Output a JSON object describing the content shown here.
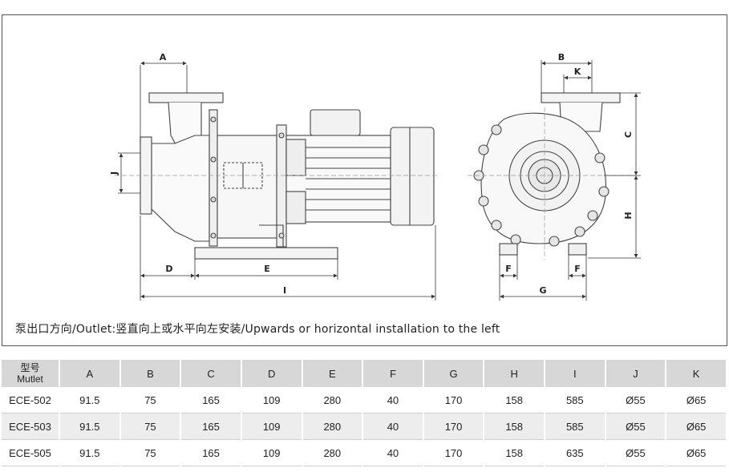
{
  "caption": "泵出口方向/Outlet:竖直向上或水平向左安装/Upwards or horizontal installation to the left",
  "dimension_labels": {
    "A": "A",
    "B": "B",
    "C": "C",
    "D": "D",
    "E": "E",
    "F": "F",
    "G": "G",
    "H": "H",
    "I": "I",
    "J": "J",
    "K": "K"
  },
  "table": {
    "model_header_line1": "型号",
    "model_header_line2": "Mutlet",
    "columns": [
      "A",
      "B",
      "C",
      "D",
      "E",
      "F",
      "G",
      "H",
      "I",
      "J",
      "K"
    ],
    "rows": [
      {
        "model": "ECE-502",
        "values": [
          "91.5",
          "75",
          "165",
          "109",
          "280",
          "40",
          "170",
          "158",
          "585",
          "Ø55",
          "Ø65"
        ]
      },
      {
        "model": "ECE-503",
        "values": [
          "91.5",
          "75",
          "165",
          "109",
          "280",
          "40",
          "170",
          "158",
          "585",
          "Ø55",
          "Ø65"
        ]
      },
      {
        "model": "ECE-505",
        "values": [
          "91.5",
          "75",
          "165",
          "109",
          "280",
          "40",
          "170",
          "158",
          "635",
          "Ø55",
          "Ø65"
        ]
      }
    ]
  }
}
